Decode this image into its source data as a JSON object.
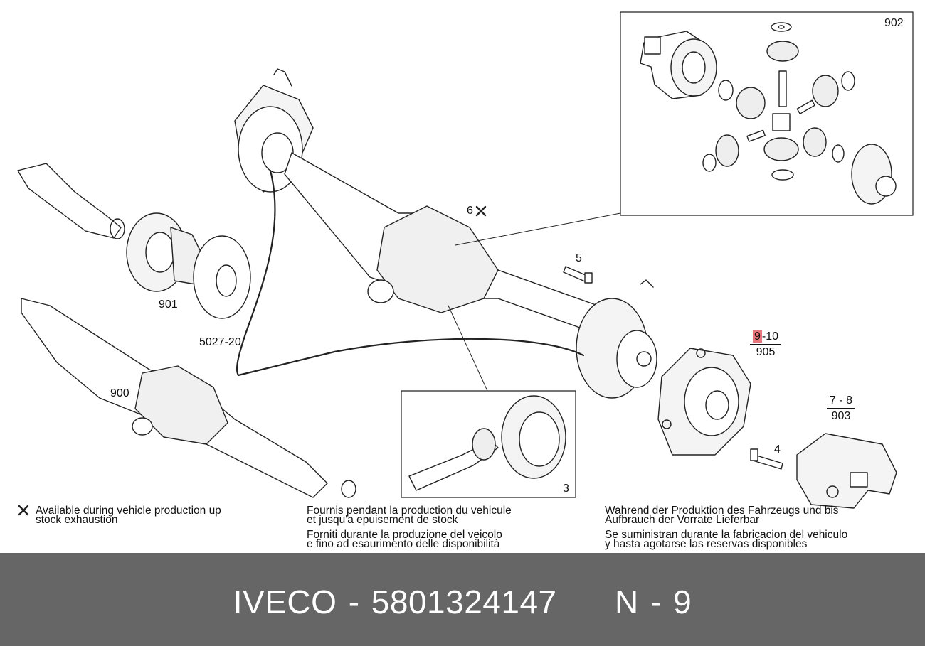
{
  "labels": {
    "p902": "902",
    "p901": "901",
    "p900": "900",
    "p5027_20": "5027-20",
    "p6": "6",
    "p5": "5",
    "p4": "4",
    "p3": "3",
    "f905_top_a": "9",
    "f905_top_b": "-10",
    "f905_bottom": "905",
    "f903_top": "7 - 8",
    "f903_bottom": "903"
  },
  "notes": {
    "en_line1": "Available during vehicle production up",
    "en_line2": "stock exhaustion",
    "fr_line1": "Fournis pendant la production du vehicule",
    "fr_line2": "et jusqu'a epuisement de stock",
    "it_line1": "Forniti durante la produzione del veicolo",
    "it_line2": "e fino ad esaurimento delle disponibilità",
    "de_line1": "Wahrend der Produktion des Fahrzeugs und bis",
    "de_line2": "Aufbrauch der Vorrate Lieferbar",
    "es_line1": "Se suministran durante la fabricacion del vehiculo",
    "es_line2": "y hasta agotarse las reservas disponibles"
  },
  "footer": {
    "text": "IVECO - 5801324147     N - 9"
  },
  "colors": {
    "footer_bg": "#666666",
    "highlight": "#e8737a"
  }
}
